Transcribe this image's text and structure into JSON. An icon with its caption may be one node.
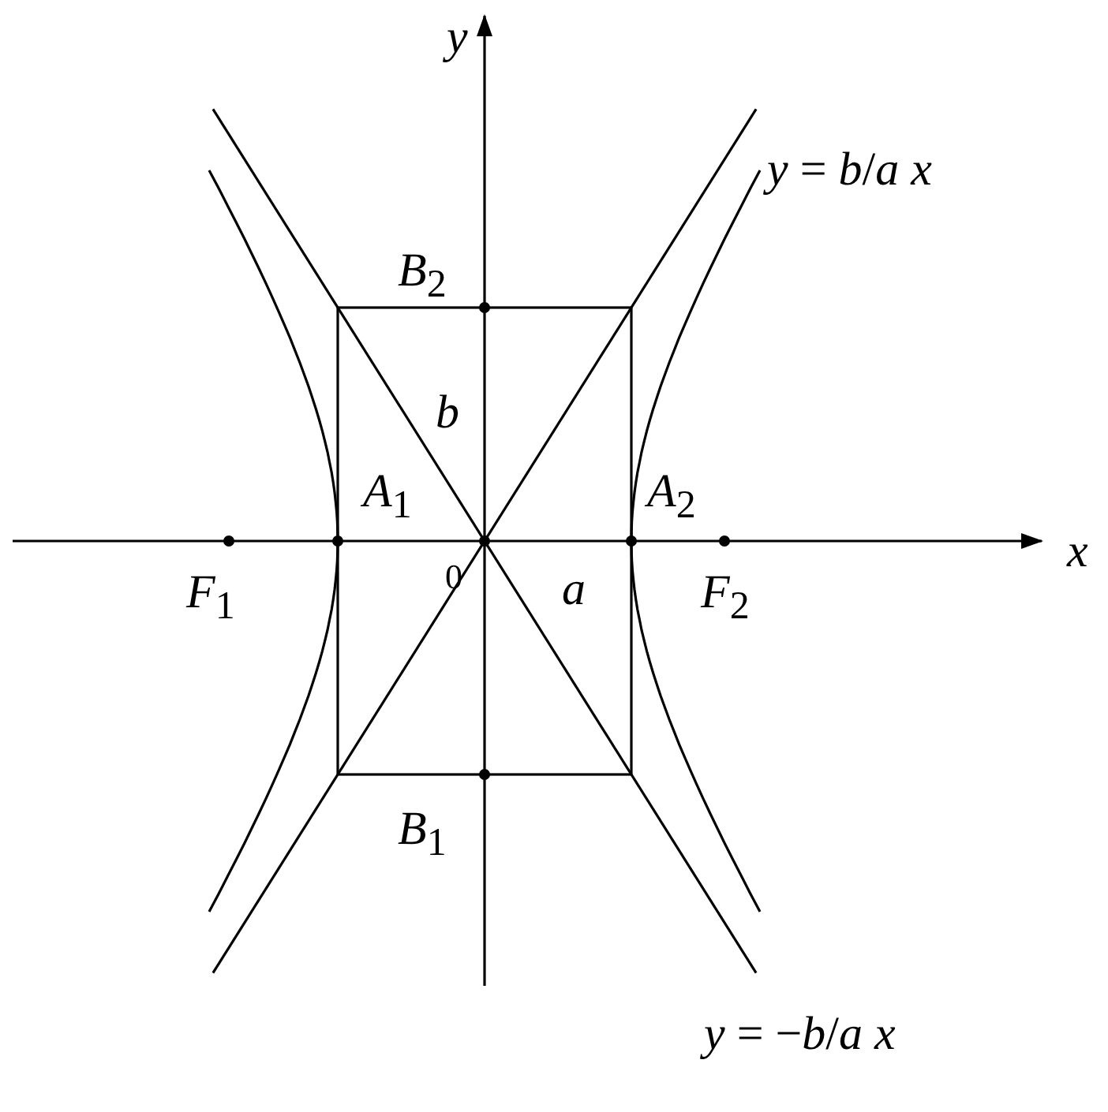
{
  "diagram": {
    "labels": [
      "*y*",
      "*y* = *b*/*a* *x*",
      "*B*$_{2}$",
      "*b*",
      "*A*$_{1}$",
      "*A*$_{2}$",
      "*x*",
      "0",
      "*a*",
      "*F*$_{1}$",
      "*F*$_{2}$",
      "*B*$_{1}$",
      "*y* = −*b*/*a* *x*"
    ]
  }
}
